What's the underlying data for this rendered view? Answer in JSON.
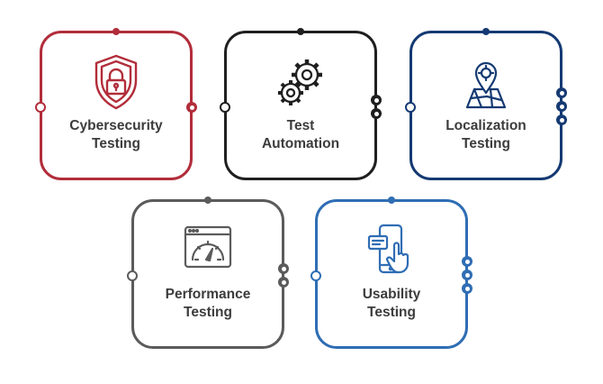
{
  "cards": [
    {
      "id": "cyber",
      "line1": "Cybersecurity",
      "line2": "Testing",
      "icon": "shield-lock-icon",
      "color": "#b22d3a"
    },
    {
      "id": "auto",
      "line1": "Test",
      "line2": "Automation",
      "icon": "gears-icon",
      "color": "#1f1f1f"
    },
    {
      "id": "local",
      "line1": "Localization",
      "line2": "Testing",
      "icon": "map-pin-icon",
      "color": "#153a73"
    },
    {
      "id": "perf",
      "line1": "Performance",
      "line2": "Testing",
      "icon": "speedometer-window-icon",
      "color": "#5b5b5b"
    },
    {
      "id": "usab",
      "line1": "Usability",
      "line2": "Testing",
      "icon": "phone-touch-icon",
      "color": "#2f6db4"
    }
  ]
}
